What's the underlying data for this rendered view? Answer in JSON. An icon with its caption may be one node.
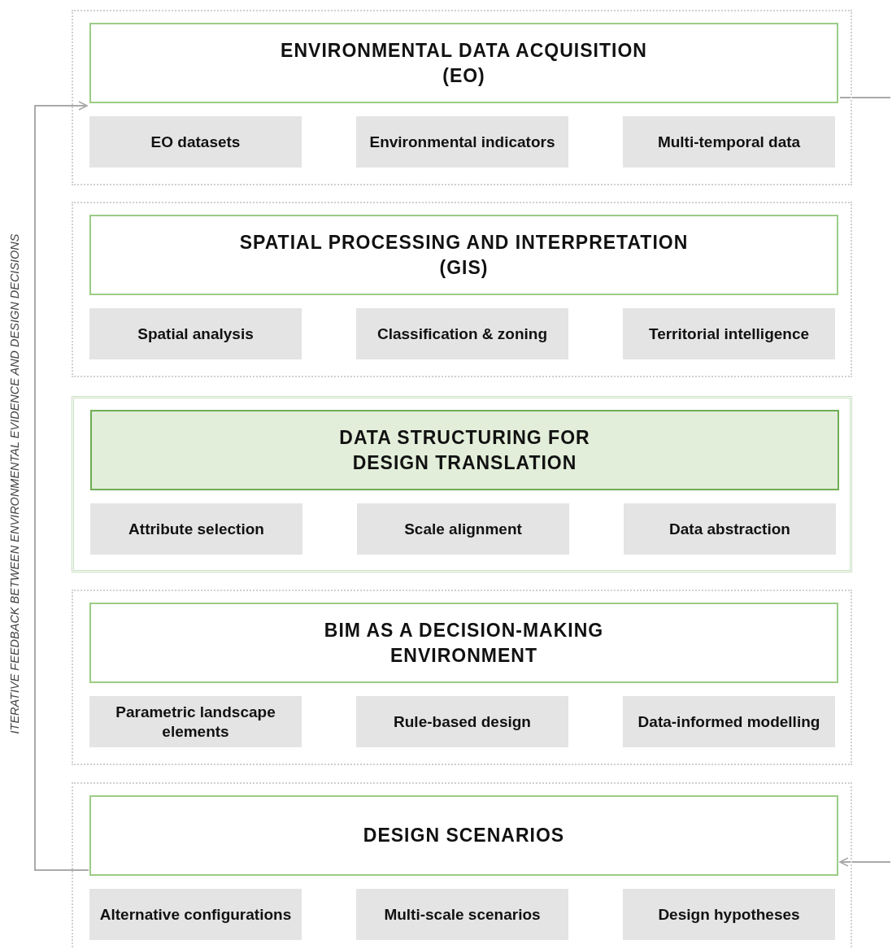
{
  "diagram": {
    "nodes": [
      {
        "text": [],
        "shape": "box"
      },
      {
        "text": [
          "ENVIRONMENTAL DATA ACQUISITION (EO)"
        ],
        "in": 0
      },
      {
        "text": [
          "EO datasets"
        ],
        "in": 0
      },
      {
        "text": [
          "Environmental indicators"
        ],
        "in": 0
      },
      {
        "text": [
          "Multi-temporal data"
        ],
        "in": 0
      },
      {
        "text": [],
        "shape": "box"
      },
      {
        "text": [
          "SPATIAL PROCESSING AND INTERPRETATION (GIS)"
        ],
        "in": 5
      },
      {
        "text": [
          "Spatial analysis"
        ],
        "in": 5
      },
      {
        "text": [
          "Classification & zoning"
        ],
        "in": 5
      },
      {
        "text": [
          "Territorial intelligence"
        ],
        "in": 5
      },
      {
        "text": [],
        "shape": "box"
      },
      {
        "text": [
          "DATA STRUCTURING FOR DESIGN TRANSLATION"
        ],
        "in": 10
      },
      {
        "text": [
          "Attribute selection"
        ],
        "in": 10
      },
      {
        "text": [
          "Scale alignment"
        ],
        "in": 10
      },
      {
        "text": [
          "Data abstraction"
        ],
        "in": 10
      },
      {
        "text": [],
        "shape": "box"
      },
      {
        "text": [
          "BIM AS A DECISION-MAKING ENVIRONMENT"
        ],
        "in": 15
      },
      {
        "text": [
          "Parametric landscape elements"
        ],
        "in": 15
      },
      {
        "text": [
          "Rule-based design"
        ],
        "in": 15
      },
      {
        "text": [
          "Data-informed modelling"
        ],
        "in": 15
      },
      {
        "text": [],
        "shape": "box"
      },
      {
        "text": [
          "DESIGN SCENARIOS"
        ],
        "in": 20
      },
      {
        "text": [
          "Alternative configurations"
        ],
        "in": 20
      },
      {
        "text": [
          "Multi-scale scenarios"
        ],
        "in": 20
      },
      {
        "text": [
          "Design hypotheses"
        ],
        "in": 20
      }
    ],
    "edges": [
      {
        "from": 21,
        "to": 1,
        "arrow": "to"
      },
      {
        "from": 1,
        "to": null,
        "arrow": "none"
      },
      {
        "from": null,
        "to": 21,
        "arrow": "to"
      }
    ],
    "labels": [
      "ITERATIVE FEEDBACK BETWEEN ENVIRONMENTAL EVIDENCE AND DESIGN DECISIONS"
    ]
  }
}
